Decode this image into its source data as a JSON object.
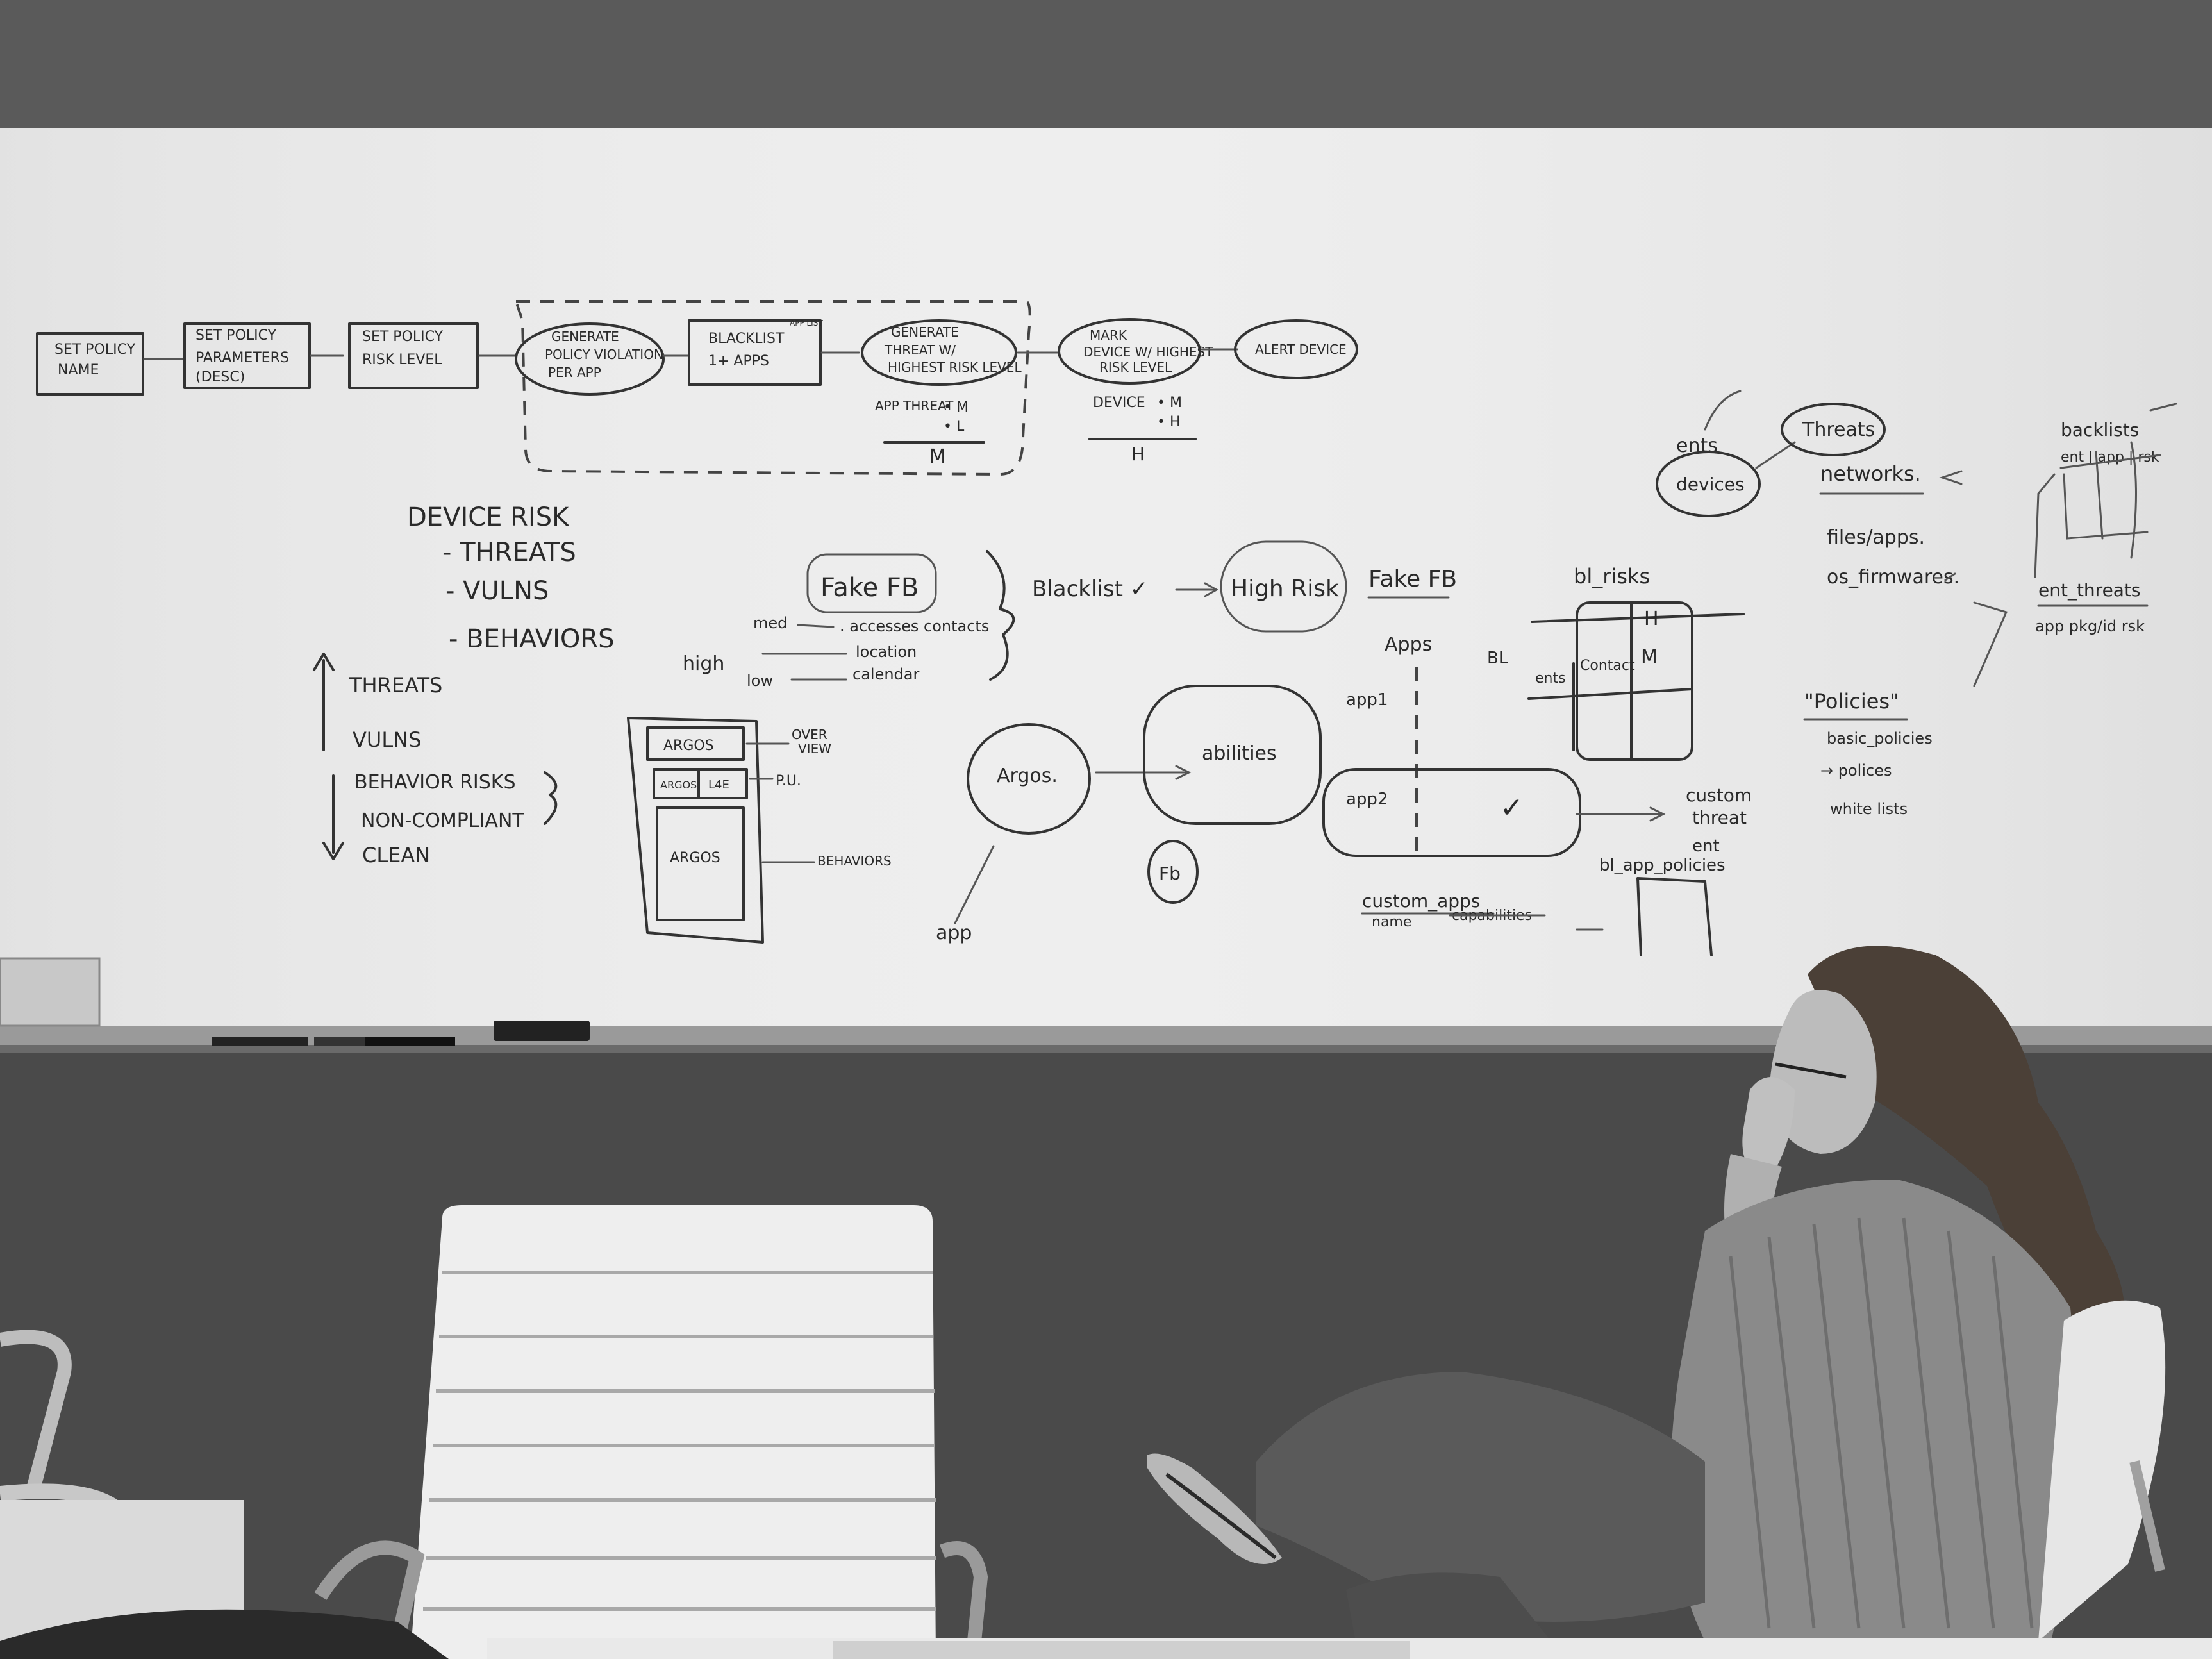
{
  "whiteboard": {
    "flow": {
      "step1": [
        "SET POLICY",
        "NAME"
      ],
      "step2": [
        "SET POLICY",
        "PARAMETERS",
        "(DESC)"
      ],
      "step3": [
        "SET POLICY",
        "RISK LEVEL"
      ],
      "step4": [
        "GENERATE",
        "POLICY VIOLATION",
        "PER APP"
      ],
      "step5": [
        "BLACKLIST",
        "1+ APPS"
      ],
      "step5_note": "APP LIST",
      "step6": [
        "GENERATE",
        "THREAT W/",
        "HIGHEST RISK LEVEL"
      ],
      "step7": [
        "MARK",
        "DEVICE W/ HIGHEST",
        "RISK LEVEL"
      ],
      "step8": "ALERT DEVICE",
      "app_threat": [
        "APP THREAT",
        "• M",
        "• L"
      ],
      "app_threat_result": "M",
      "device": [
        "DEVICE",
        "• M",
        "• H"
      ],
      "device_result": "H"
    },
    "device_risk": {
      "title": "DEVICE RISK",
      "items": [
        "- THREATS",
        "- VULNS",
        "- BEHAVIORS"
      ]
    },
    "risk_scale": [
      "THREATS",
      "VULNS",
      "BEHAVIOR RISKS",
      "NON-COMPLIANT",
      "CLEAN"
    ],
    "argos_box": {
      "overview": "ARGOS",
      "overview_label": [
        "OVER",
        "VIEW"
      ],
      "pu_left": "ARGOS",
      "pu_right": "L4E",
      "pu_label": "P.U.",
      "behaviors": "ARGOS",
      "behaviors_label": "BEHAVIORS"
    },
    "fake_fb": {
      "title": "Fake FB",
      "rows": [
        {
          "level": "med",
          "item": ". accesses contacts"
        },
        {
          "level": "high",
          "item": "location"
        },
        {
          "level": "low",
          "item": "calendar"
        }
      ],
      "blacklist": "Blacklist ✓",
      "high_risk": "High Risk",
      "fake_fb_2": "Fake FB"
    },
    "abilities_diagram": {
      "argos": "Argos.",
      "abilities": "abilities",
      "fb": "Fb",
      "app": "app",
      "apps": "Apps",
      "app1": "app1",
      "app2": "app2",
      "check": "✓",
      "custom_threat": [
        "custom",
        "threat"
      ],
      "custom_apps": "custom_apps",
      "custom_apps_fields": [
        "name",
        "capabilities"
      ],
      "ent": "ent",
      "bl_app_policies": "bl_app_policies"
    },
    "bl_risks": {
      "title": "bl_risks",
      "bl": "BL",
      "cells": [
        "H",
        "ents",
        "Contact",
        "M"
      ]
    },
    "entities": {
      "ents": "ents",
      "devices": "devices",
      "threats": "Threats",
      "networks": "networks.",
      "files_apps": "files/apps.",
      "os_firmwares": "os_firmwares.",
      "ent_threats": "ent_threats",
      "ent_threats_cols": "app    pkg/id  rsk",
      "backlists": "backlists",
      "table_cols": "ent | app | rsk"
    },
    "policies": {
      "title": "\"Policies\"",
      "items": [
        "basic_policies",
        "→ polices",
        "white lists"
      ]
    }
  }
}
